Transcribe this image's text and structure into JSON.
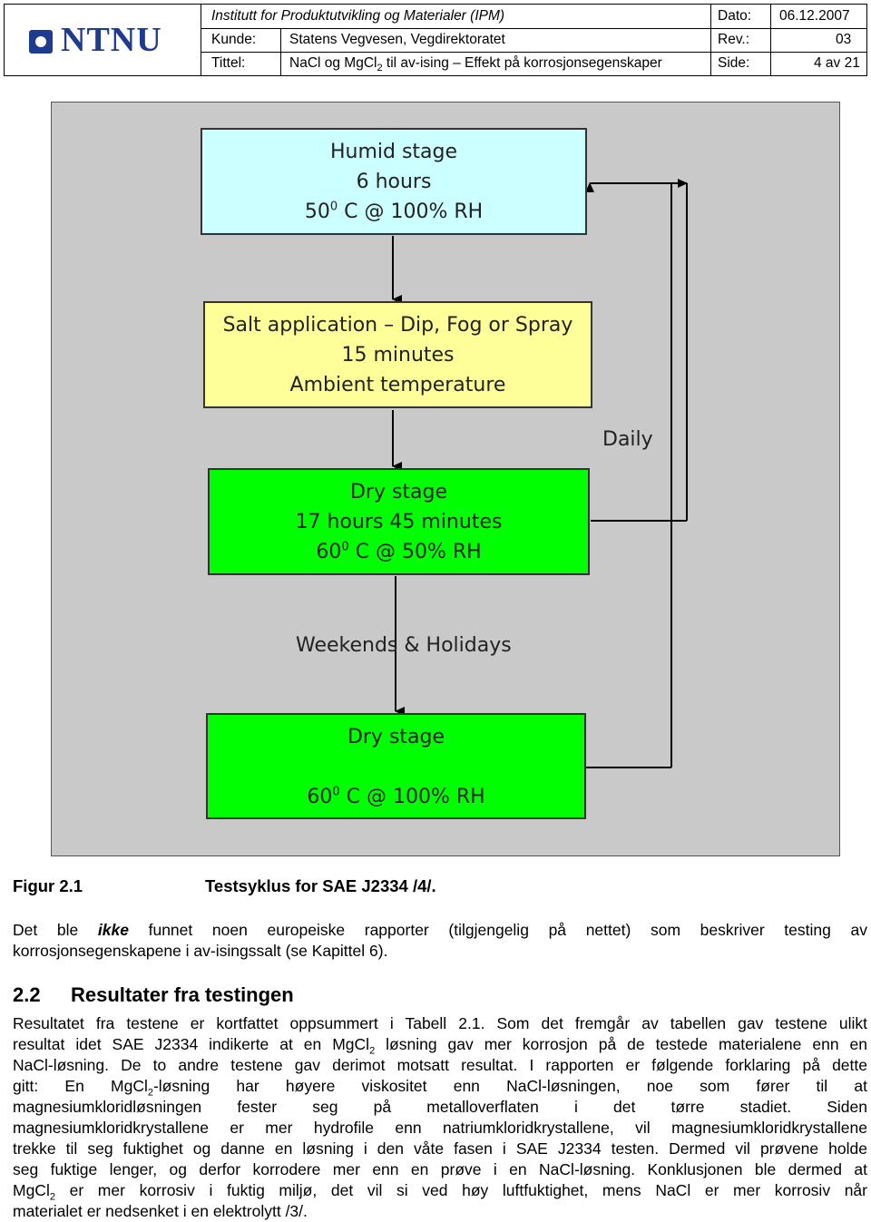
{
  "header": {
    "logo_text": "NTNU",
    "institute": "Institutt for Produktutvikling og Materialer (IPM)",
    "dato_label": "Dato:",
    "dato_value": "06.12.2007",
    "kunde_label": "Kunde:",
    "kunde_value": "Statens Vegvesen, Vegdirektoratet",
    "rev_label": "Rev.:",
    "rev_value": "03",
    "tittel_label": "Tittel:",
    "tittel_pre": "NaCl og MgCl",
    "tittel_sub": "2",
    "tittel_post": " til av-ising – Effekt på korrosjonsegenskaper",
    "side_label": "Side:",
    "side_value": "4 av 21"
  },
  "figure": {
    "humid": {
      "l1": "Humid stage",
      "l2": "6 hours",
      "l3a": "50",
      "l3sup": "0",
      "l3b": " C @ 100% RH"
    },
    "salt": {
      "l1": "Salt application – Dip, Fog or Spray",
      "l2": "15 minutes",
      "l3": "Ambient temperature"
    },
    "daily": "Daily",
    "dry1": {
      "l1": "Dry stage",
      "l2": "17 hours 45 minutes",
      "l3a": "60",
      "l3sup": "0",
      "l3b": " C @ 50% RH"
    },
    "weekends": "Weekends & Holidays",
    "dry2": {
      "l1": "Dry stage",
      "l3a": "60",
      "l3sup": "0",
      "l3b": " C @ 100% RH"
    },
    "colors": {
      "humid": "#ccffff",
      "salt": "#ffff99",
      "dry": "#00ff00",
      "background": "#c9c9c9"
    }
  },
  "caption": {
    "label": "Figur 2.1",
    "text": "Testsyklus for SAE J2334 /4/."
  },
  "para1": {
    "l1_pre": "Det ble ",
    "l1_em": "ikke",
    "l1_post": " funnet noen europeiske rapporter (tilgjengelig på nettet) som beskriver testing av",
    "l2": "korrosjonsegenskapene i av-isingssalt (se Kapittel 6)."
  },
  "section": {
    "number": "2.2",
    "title": "Resultater fra testingen"
  },
  "para2": {
    "l1": "Resultatet fra testene er kortfattet oppsummert i Tabell 2.1. Som det fremgår av tabellen gav testene ulikt",
    "l2_pre": "resultat idet SAE J2334 indikerte at en MgCl",
    "l2_sub": "2",
    "l2_post": " løsning gav mer korrosjon på de testede materialene enn en",
    "l3": "NaCl-løsning. De to andre testene gav derimot motsatt resultat. I rapporten er følgende forklaring på dette",
    "l4_pre": "gitt: En MgCl",
    "l4_sub": "2",
    "l4_post": "-løsning har høyere viskositet enn NaCl-løsningen, noe som fører til at",
    "l5": "magnesiumkloridløsningen fester seg på metalloverflaten i det tørre stadiet. Siden",
    "l6": "magnesiumkloridkrystallene er mer hydrofile enn natriumkloridkrystallene, vil magnesiumkloridkrystallene",
    "l7": "trekke til seg fuktighet og danne en løsning i den våte fasen i SAE J2334 testen. Dermed vil prøvene holde",
    "l8": "seg fuktige lenger, og derfor korrodere mer enn en prøve i en NaCl-løsning. Konklusjonen ble dermed at",
    "l9_pre": "MgCl",
    "l9_sub": "2",
    "l9_post": " er mer korrosiv i fuktig miljø, det vil si ved høy luftfuktighet, mens NaCl er mer korrosiv når",
    "l10": "materialet er nedsenket i en elektrolytt /3/."
  }
}
